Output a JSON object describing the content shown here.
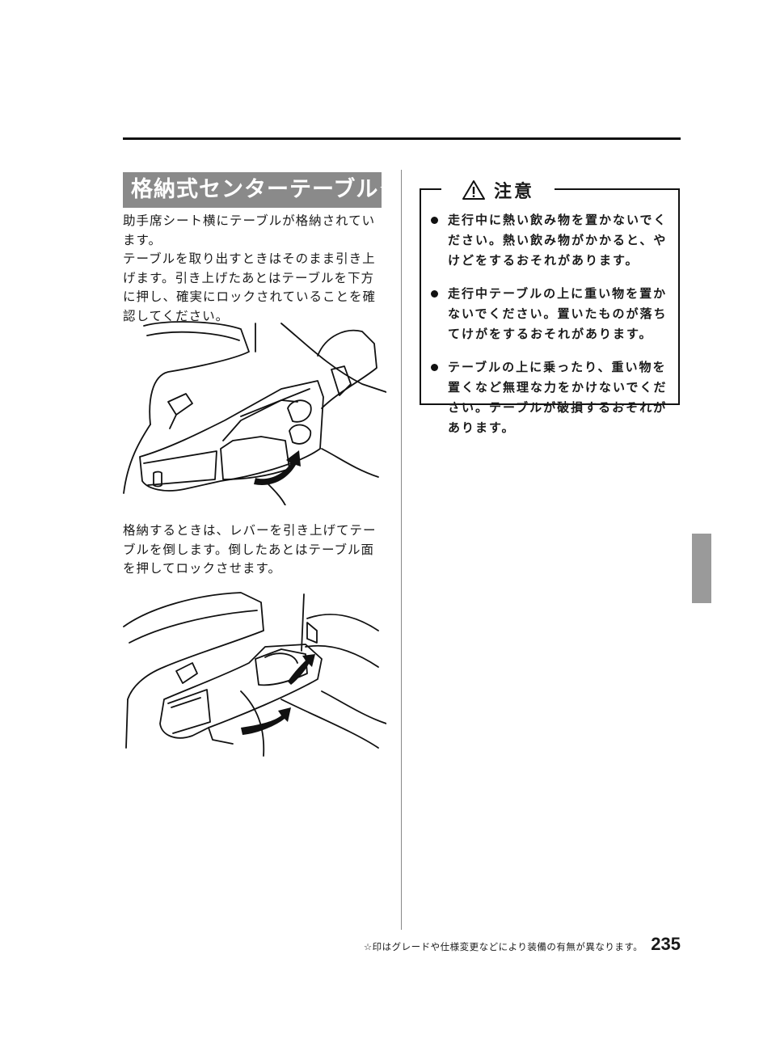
{
  "section": {
    "title": "格納式センターテーブル★"
  },
  "intro": {
    "lines": [
      "助手席シート横にテーブルが格納されています。",
      "テーブルを取り出すときはそのまま引き上げます。引き上げたあとはテーブルを下方に押し、確実にロックされていることを確認してください。"
    ]
  },
  "stowing": {
    "text": "格納するときは、レバーを引き上げてテーブルを倒します。倒したあとはテーブル面を押してロックさせます。"
  },
  "caution": {
    "title": "注意",
    "items": [
      "走行中に熱い飲み物を置かないでください。熱い飲み物がかかると、やけどをするおそれがあります。",
      "走行中テーブルの上に重い物を置かないでください。置いたものが落ちてけがをするおそれがあります。",
      "テーブルの上に乗ったり、重い物を置くなど無理な力をかけないでください。テーブルが破損するおそれがあります。"
    ]
  },
  "footer": {
    "note": "☆印はグレードや仕様変更などにより装備の有無が異なります。",
    "page_number": "235"
  },
  "icons": {
    "caution": "warning-triangle-icon"
  }
}
